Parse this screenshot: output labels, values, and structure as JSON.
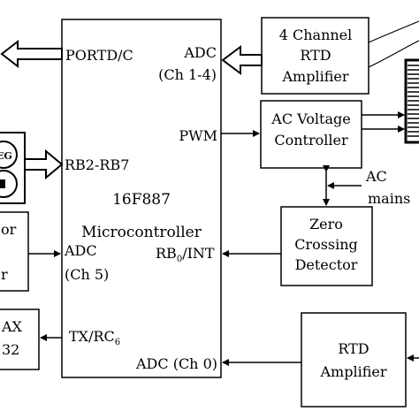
{
  "microcontroller": {
    "name_line1": "16F887",
    "name_line2": "Microcontroller",
    "ports": {
      "portd": "PORTD/C",
      "adc_ch14_line1": "ADC",
      "adc_ch14_line2": "(Ch 1-4)",
      "pwm": "PWM",
      "rb2_rb7": "RB2-RB7",
      "adc5_line1": "ADC",
      "adc5_line2": "(Ch 5)",
      "rb0_prefix": "RB",
      "rb0_sub": "0",
      "rb0_suffix": "/INT",
      "tx_prefix": "TX/RC",
      "tx_sub": "6",
      "adc0": "ADC (Ch 0)"
    }
  },
  "blocks": {
    "rtd4_line1": "4 Channel",
    "rtd4_line2": "RTD",
    "rtd4_line3": "Amplifier",
    "acv_line1": "AC Voltage",
    "acv_line2": "Controller",
    "zc_line1": "Zero",
    "zc_line2": "Crossing",
    "zc_line3": "Detector",
    "rtd_line1": "RTD",
    "rtd_line2": "Amplifier",
    "max_line1": "AX",
    "max_line2": "32",
    "left_partial_line1": "or",
    "left_partial_line2": "r",
    "keypad_label": "EG"
  },
  "labels": {
    "ac_line1": "AC",
    "ac_line2": "mains"
  }
}
